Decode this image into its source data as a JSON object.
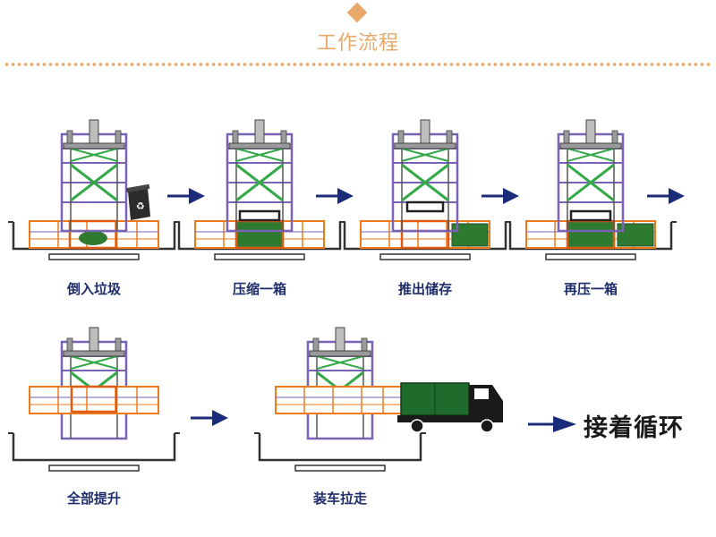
{
  "header": {
    "title": "工作流程"
  },
  "steps": [
    {
      "label": "倒入垃圾"
    },
    {
      "label": "压缩一箱"
    },
    {
      "label": "推出储存"
    },
    {
      "label": "再压一箱"
    },
    {
      "label": "全部提升"
    },
    {
      "label": "装车拉走"
    }
  ],
  "final": {
    "label": "接着循环"
  },
  "colors": {
    "accent": "#e8a86a",
    "frame_purple": "#7a63b5",
    "brace_green": "#35a84a",
    "container_orange": "#f07a1a",
    "arrow_navy": "#1a2b7a",
    "truck_green": "#1f6b2c",
    "waste_green": "#2f7a31"
  }
}
